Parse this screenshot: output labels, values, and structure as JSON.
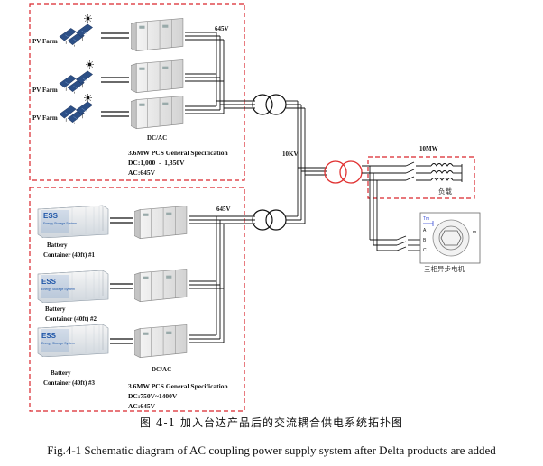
{
  "pv_section": {
    "farm_labels": [
      "PV Farm",
      "PV Farm",
      "PV Farm"
    ],
    "voltage": "645V",
    "converter": "DC/AC",
    "spec_title": "3.6MW PCS General Specification",
    "spec_dc": "DC:1,000  -  1,350V",
    "spec_ac": "AC:645V"
  },
  "ess_section": {
    "battery_labels": [
      [
        "Battery",
        "Container (40ft) #1"
      ],
      [
        "Battery",
        "Container (40ft) #2"
      ],
      [
        "Battery",
        "Container (40ft) #3"
      ]
    ],
    "container_badge": "ESS",
    "container_subtitle": "Energy Storage System",
    "voltage": "645V",
    "converter": "DC/AC",
    "spec_title": "3.6MW PCS General Specification",
    "spec_dc": "DC:750V~1400V",
    "spec_ac": "AC:645V"
  },
  "grid": {
    "bus_voltage": "10KV",
    "load_rating": "10MW",
    "load_label": "负载",
    "motor_label": "三相异步电机",
    "motor_terminals": [
      "Tm",
      "A",
      "B",
      "C",
      "m"
    ]
  },
  "caption": {
    "cn": "图 4-1 加入台达产品后的交流耦合供电系统拓扑图",
    "en": "Fig.4-1 Schematic diagram of AC coupling power supply system after Delta products are added"
  },
  "colors": {
    "dashed_box": "#d9262c",
    "transformer_red": "#e03030",
    "line": "#111111"
  }
}
